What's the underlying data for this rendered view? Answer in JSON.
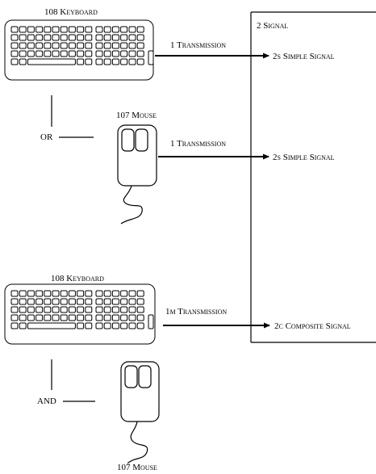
{
  "diagram": {
    "signal_box_label": "2 Signal",
    "top_keyboard_label": "108 Keyboard",
    "mouse_label_upper": "107 Mouse",
    "or_label": "OR",
    "transmission_1a": "1 Transmission",
    "signal_2s_a": "2s Simple Signal",
    "transmission_1b": "1 Transmission",
    "signal_2s_b": "2s Simple Signal",
    "bottom_keyboard_label": "108 Keyboard",
    "transmission_1m": "1m Transmission",
    "signal_2c": "2c Composite Signal",
    "and_label": "AND",
    "mouse_label_lower": "107 Mouse"
  }
}
